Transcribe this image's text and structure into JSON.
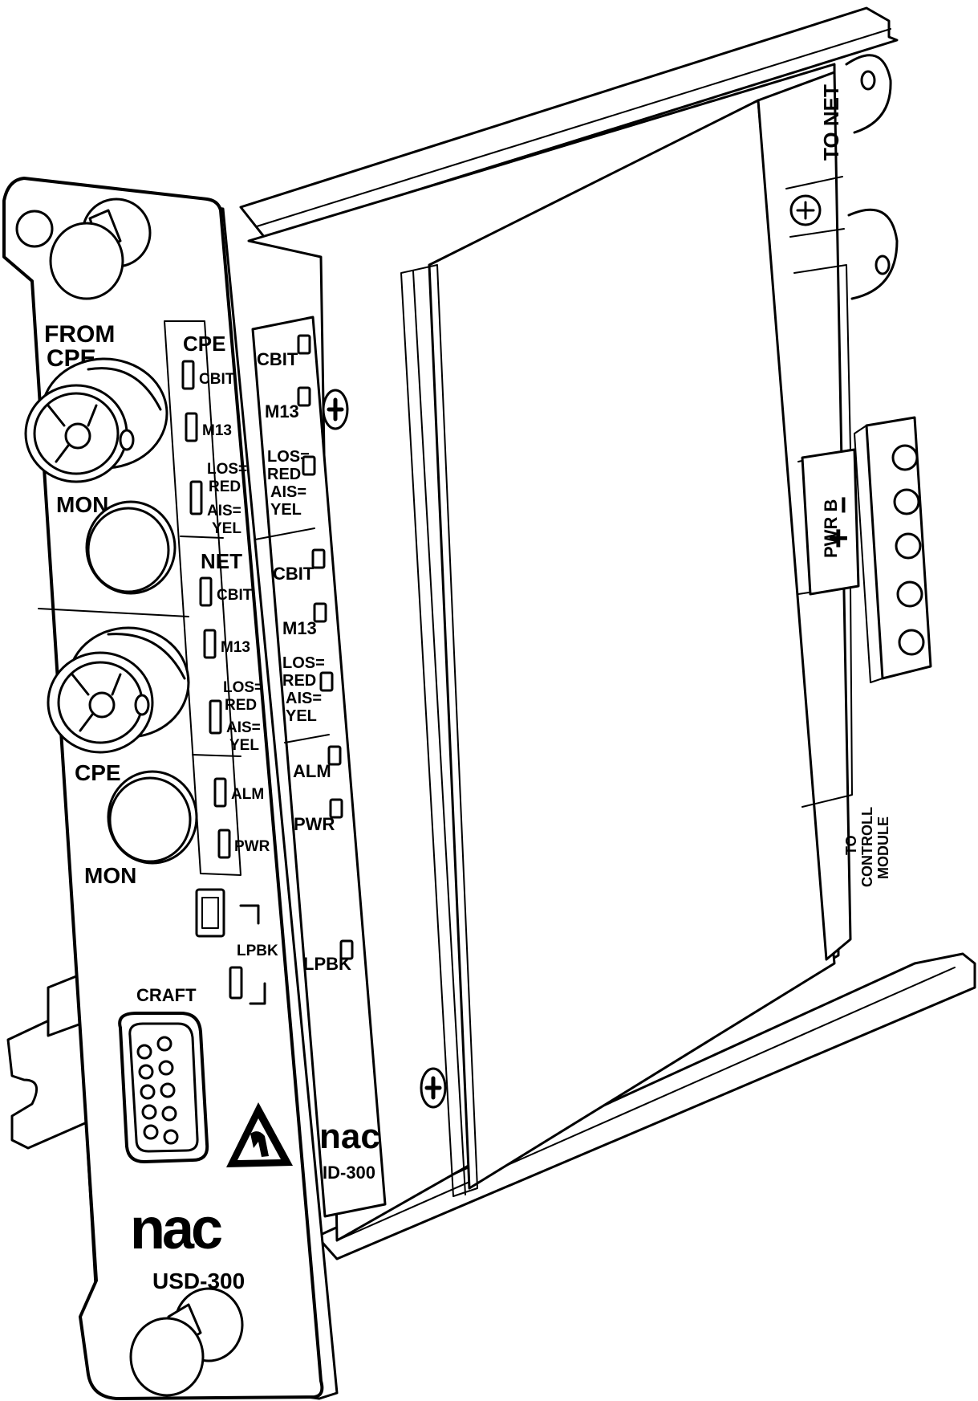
{
  "front_panel": {
    "from_cpe_label_1": "FROM",
    "from_cpe_label_2": "CPE",
    "mon_top": "MON",
    "cpe_lower": "CPE",
    "mon_bottom": "MON",
    "cpe_group_title": "CPE",
    "net_group_title": "NET",
    "cpe_leds": [
      {
        "label": "CBIT"
      },
      {
        "label": "M13"
      },
      {
        "label_lines": [
          "LOS=",
          "RED",
          "AIS=",
          "YEL"
        ]
      }
    ],
    "net_leds": [
      {
        "label": "CBIT"
      },
      {
        "label": "M13"
      },
      {
        "label_lines": [
          "LOS=",
          "RED",
          "AIS=",
          "YEL"
        ]
      }
    ],
    "status_leds": [
      {
        "label": "ALM"
      },
      {
        "label": "PWR"
      }
    ],
    "lpbk_label": "LPBK",
    "craft_label": "CRAFT",
    "brand": "nac",
    "model": "USD-300"
  },
  "side_board": {
    "cpe_leds": [
      {
        "label": "CBIT"
      },
      {
        "label": "M13"
      },
      {
        "label_lines": [
          "LOS=",
          "RED",
          "AIS=",
          "YEL"
        ]
      }
    ],
    "net_leds": [
      {
        "label": "CBIT"
      },
      {
        "label": "M13"
      },
      {
        "label_lines": [
          "LOS=",
          "RED",
          "AIS=",
          "YEL"
        ]
      }
    ],
    "status_leds": [
      {
        "label": "ALM"
      },
      {
        "label": "PWR"
      }
    ],
    "lpbk_label": "LPBK",
    "brand": "nac",
    "model": "ID-300"
  },
  "rear": {
    "to_net": "TO NET",
    "pwr_b": "PWR B",
    "minus": "−",
    "plus": "+",
    "to_control_lines": [
      "TO",
      "CONTROLL",
      "MODULE"
    ]
  }
}
